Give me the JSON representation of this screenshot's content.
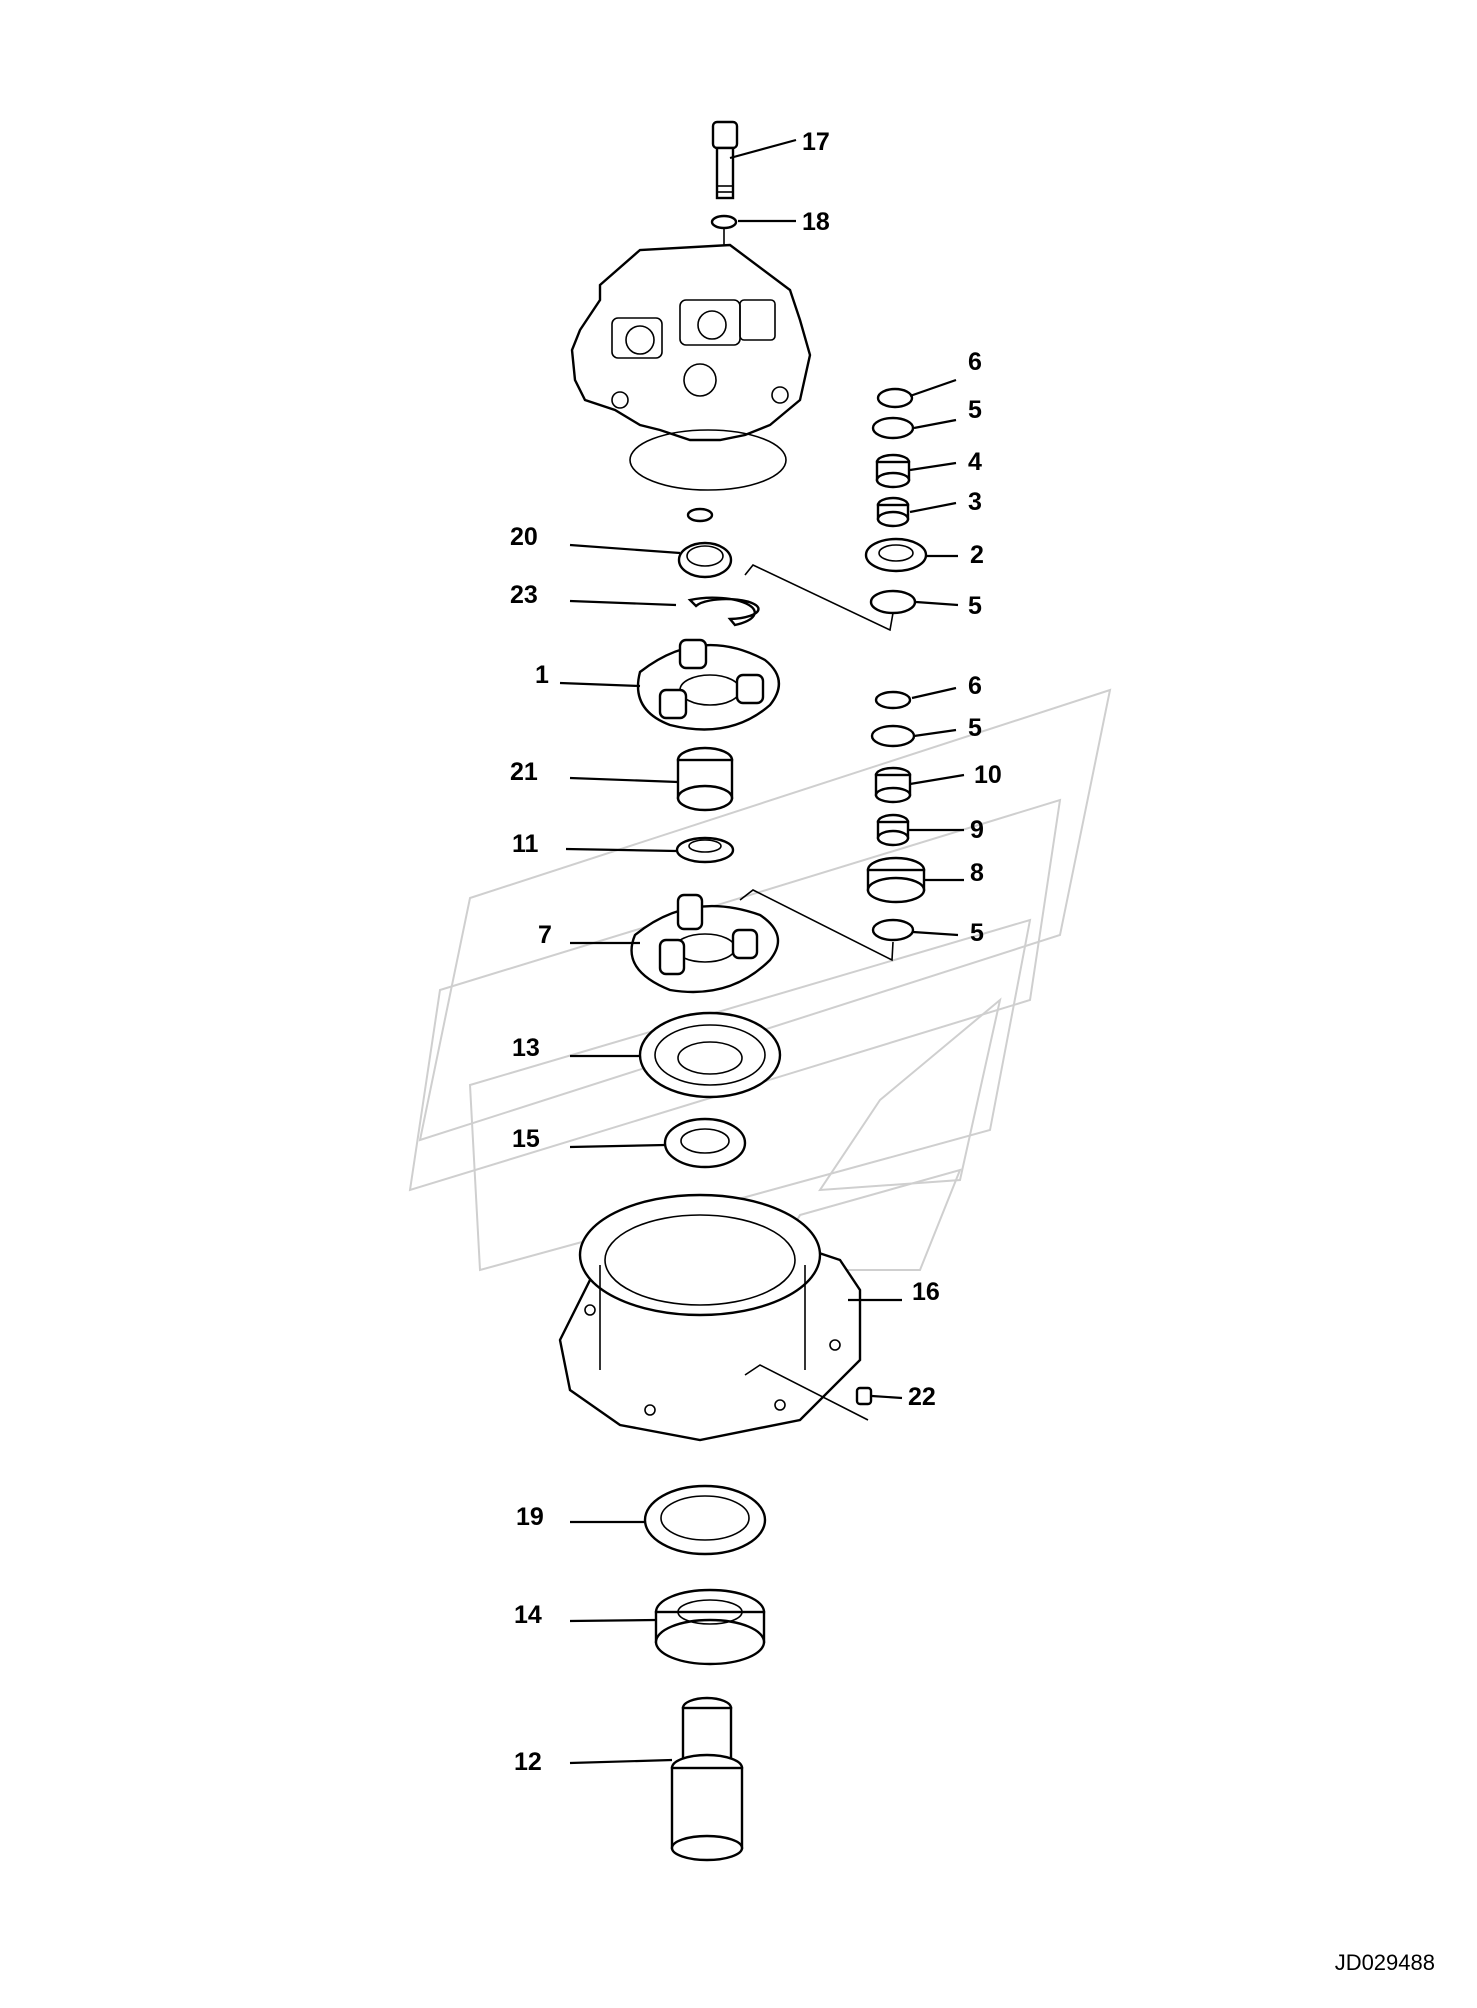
{
  "drawing_number": "JD029488",
  "callouts": [
    {
      "id": "17",
      "label": "17"
    },
    {
      "id": "18",
      "label": "18"
    },
    {
      "id": "6a",
      "label": "6"
    },
    {
      "id": "5a",
      "label": "5"
    },
    {
      "id": "4",
      "label": "4"
    },
    {
      "id": "3",
      "label": "3"
    },
    {
      "id": "20",
      "label": "20"
    },
    {
      "id": "2",
      "label": "2"
    },
    {
      "id": "23",
      "label": "23"
    },
    {
      "id": "5b",
      "label": "5"
    },
    {
      "id": "1",
      "label": "1"
    },
    {
      "id": "6b",
      "label": "6"
    },
    {
      "id": "5c",
      "label": "5"
    },
    {
      "id": "21",
      "label": "21"
    },
    {
      "id": "10",
      "label": "10"
    },
    {
      "id": "9",
      "label": "9"
    },
    {
      "id": "11",
      "label": "11"
    },
    {
      "id": "8",
      "label": "8"
    },
    {
      "id": "7",
      "label": "7"
    },
    {
      "id": "5d",
      "label": "5"
    },
    {
      "id": "13",
      "label": "13"
    },
    {
      "id": "15",
      "label": "15"
    },
    {
      "id": "16",
      "label": "16"
    },
    {
      "id": "22",
      "label": "22"
    },
    {
      "id": "19",
      "label": "19"
    },
    {
      "id": "14",
      "label": "14"
    },
    {
      "id": "12",
      "label": "12"
    }
  ]
}
